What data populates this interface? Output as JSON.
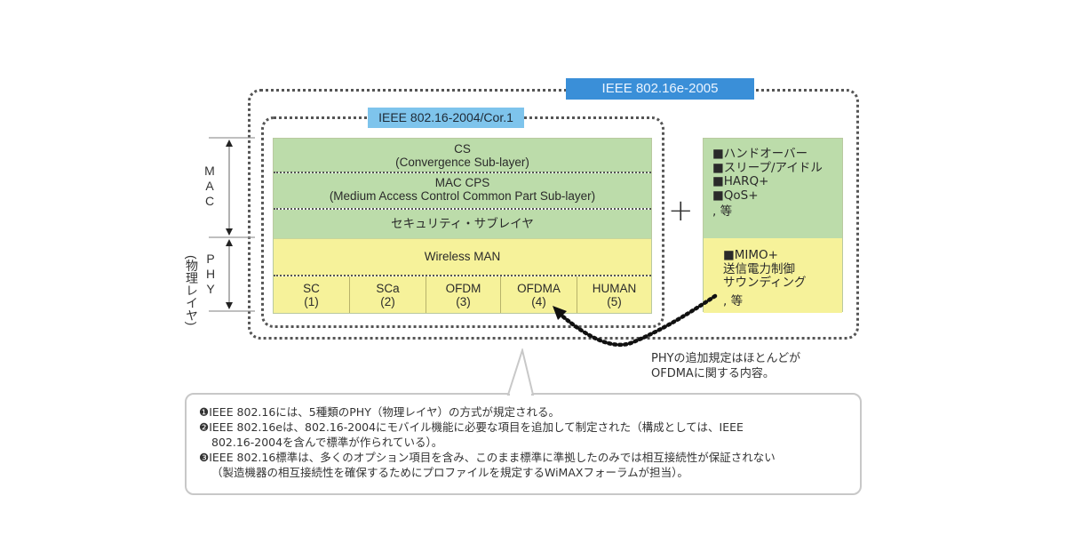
{
  "diagram": {
    "outer_label": "IEEE 802.16e-2005",
    "inner_label": "IEEE 802.16-2004/Cor.1",
    "side_labels": {
      "mac": "MAC",
      "phy": "PHY",
      "phy_sub": "(物理レイヤ)"
    },
    "mac_layers": [
      {
        "title": "CS",
        "subtitle": "(Convergence Sub-layer)"
      },
      {
        "title": "MAC CPS",
        "subtitle": "(Medium Access Control Common Part Sub-layer)"
      },
      {
        "title": "セキュリティ・サブレイヤ",
        "subtitle": ""
      }
    ],
    "phy_layer": {
      "title": "Wireless MAN",
      "cells": [
        {
          "name": "SC",
          "num": "(1)"
        },
        {
          "name": "SCa",
          "num": "(2)"
        },
        {
          "name": "OFDM",
          "num": "(3)"
        },
        {
          "name": "OFDMA",
          "num": "(4)"
        },
        {
          "name": "HUMAN",
          "num": "(5)"
        }
      ]
    },
    "plus_sign": "+",
    "additions_mac": {
      "items": [
        "■ハンドオーバー",
        "■スリープ/アイドル",
        "■HARQ+",
        "■QoS+"
      ],
      "etc": ", 等"
    },
    "additions_phy": {
      "items": [
        "■MIMO+",
        "送信電力制御",
        "サウンディング"
      ],
      "etc": ", 等"
    },
    "arrow_note": [
      "PHYの追加規定はほとんどが",
      "OFDMAに関する内容。"
    ],
    "callout": {
      "lines": [
        {
          "text": "❶IEEE 802.16には、5種類のPHY（物理レイヤ）の方式が規定される。",
          "indent": false
        },
        {
          "text": "❷IEEE 802.16eは、802.16-2004にモバイル機能に必要な項目を追加して制定された（構成としては、IEEE",
          "indent": false
        },
        {
          "text": "802.16-2004を含んで標準が作られている）。",
          "indent": true
        },
        {
          "text": "❸IEEE 802.16標準は、多くのオプション項目を含み、このまま標準に準拠したのみでは相互接続性が保証されない",
          "indent": false
        },
        {
          "text": "（製造機器の相互接続性を確保するためにプロファイルを規定するWiMAXフォーラムが担当）。",
          "indent": true
        }
      ]
    },
    "colors": {
      "mac_green": "#bcdcaa",
      "phy_yellow": "#f6f29a",
      "outer_label_blue": "#3a8fd8",
      "inner_label_blue": "#7ec4ec"
    }
  }
}
